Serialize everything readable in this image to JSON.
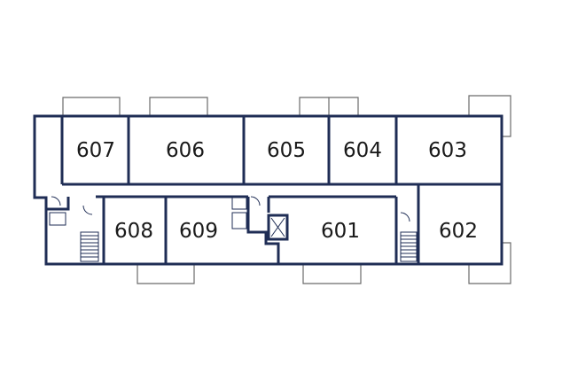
{
  "floor_plan": {
    "colors": {
      "wall": "#1f2d55",
      "balcony": "#6b6b6b",
      "background": "#ffffff",
      "text": "#1a1a1a"
    },
    "units": [
      {
        "id": "607",
        "label": "607"
      },
      {
        "id": "606",
        "label": "606"
      },
      {
        "id": "605",
        "label": "605"
      },
      {
        "id": "604",
        "label": "604"
      },
      {
        "id": "603",
        "label": "603"
      },
      {
        "id": "608",
        "label": "608"
      },
      {
        "id": "609",
        "label": "609"
      },
      {
        "id": "601",
        "label": "601"
      },
      {
        "id": "602",
        "label": "602"
      }
    ]
  }
}
